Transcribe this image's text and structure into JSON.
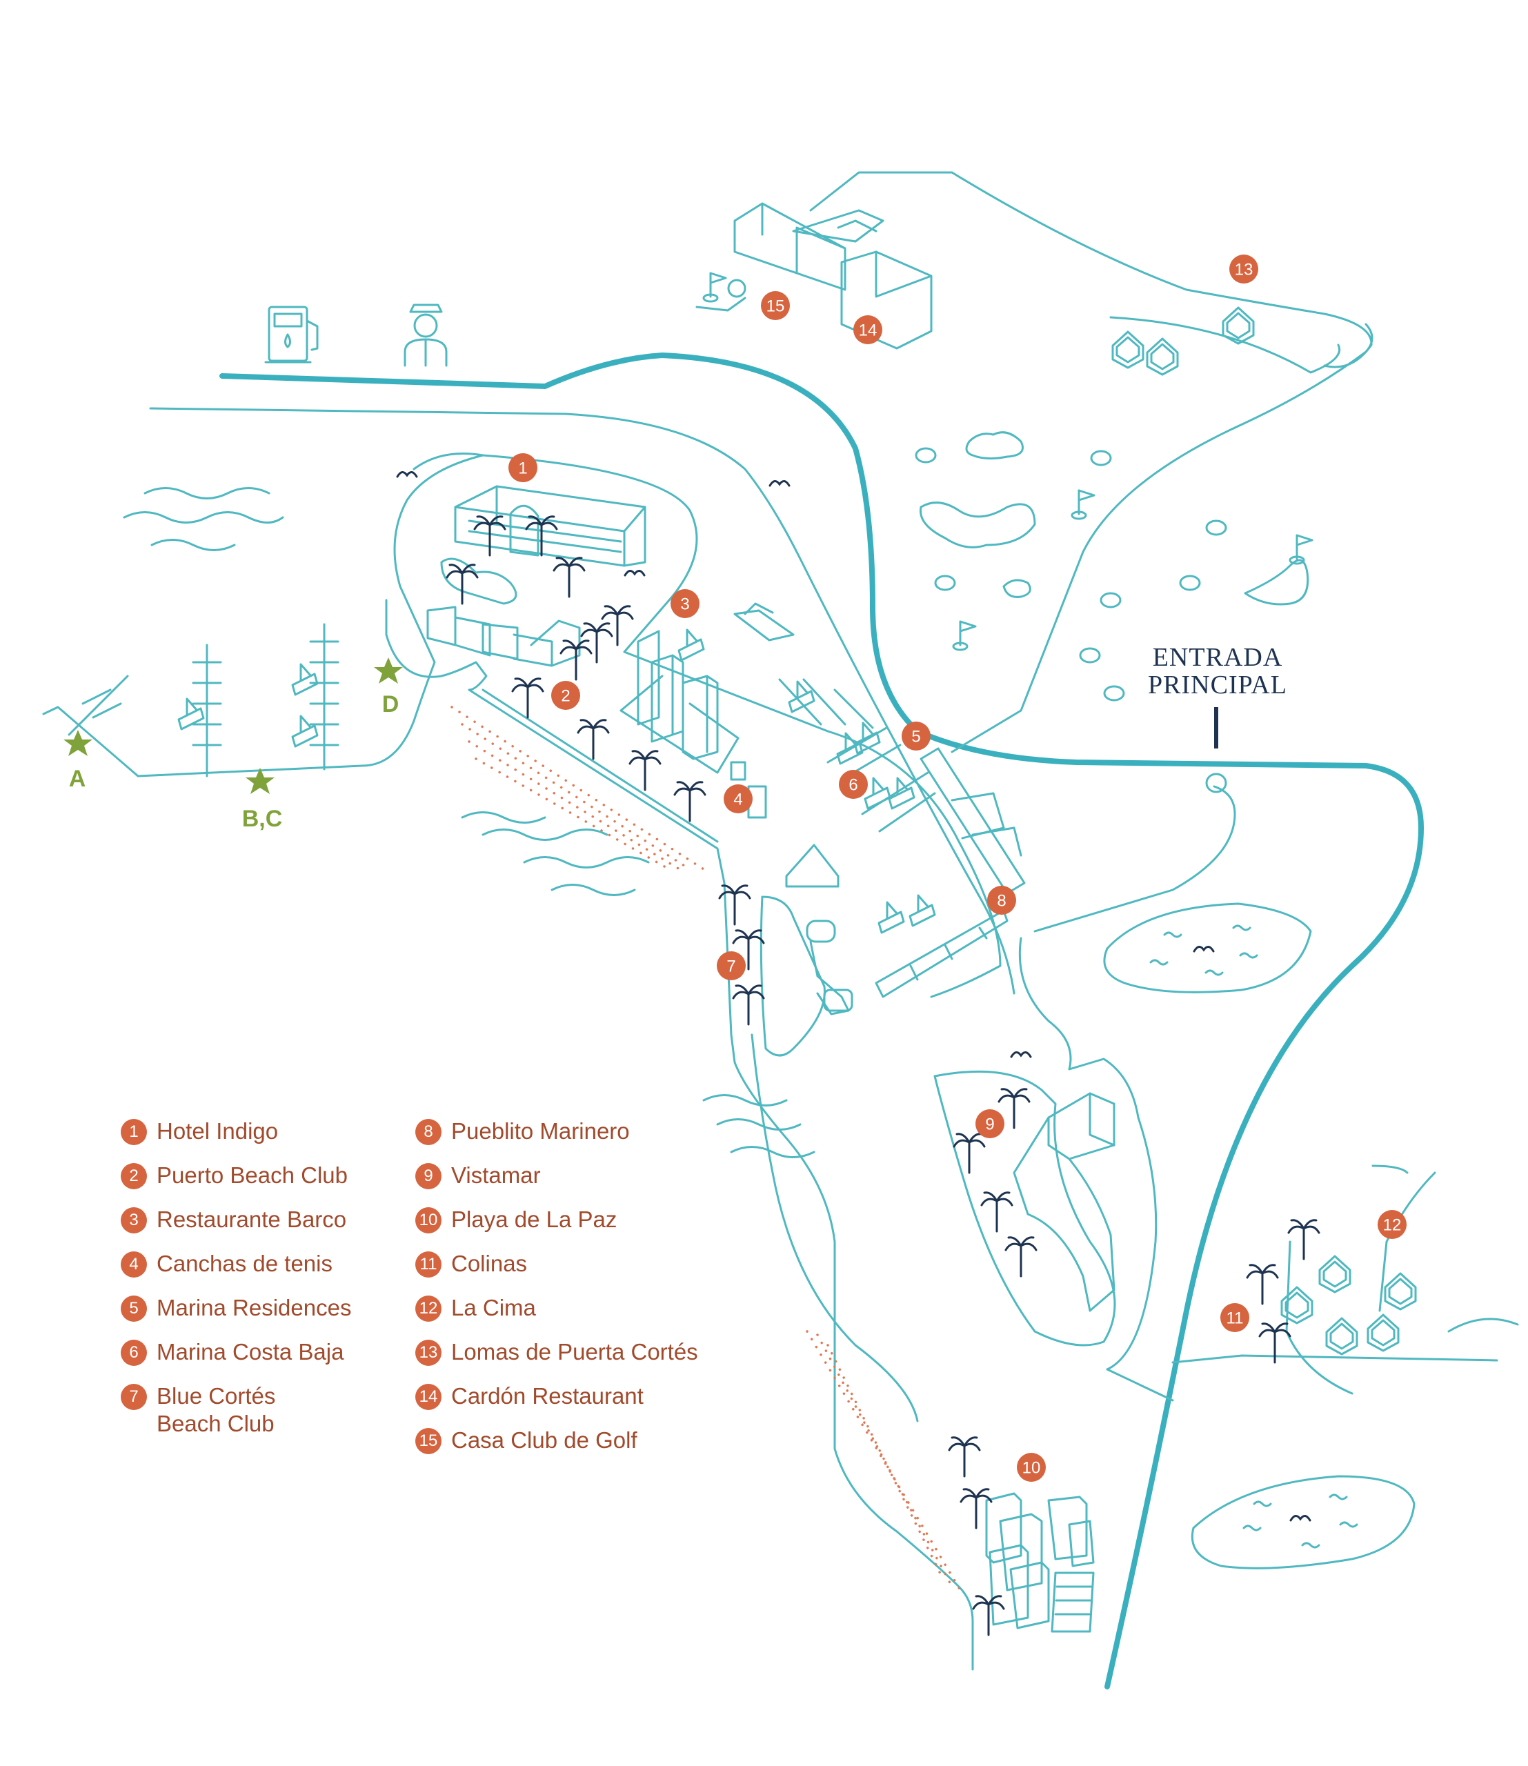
{
  "entrance": {
    "line1": "ENTRADA",
    "line2": "PRINCIPAL"
  },
  "star_markers": [
    {
      "id": "A",
      "label": "A"
    },
    {
      "id": "BC",
      "label": "B,C"
    },
    {
      "id": "D",
      "label": "D"
    }
  ],
  "map_badges": [
    "1",
    "2",
    "3",
    "4",
    "5",
    "6",
    "7",
    "8",
    "9",
    "10",
    "11",
    "12",
    "13",
    "14",
    "15"
  ],
  "legend": {
    "col1": [
      {
        "num": "1",
        "label": "Hotel Indigo"
      },
      {
        "num": "2",
        "label": "Puerto Beach Club"
      },
      {
        "num": "3",
        "label": "Restaurante Barco"
      },
      {
        "num": "4",
        "label": "Canchas de tenis"
      },
      {
        "num": "5",
        "label": "Marina Residences"
      },
      {
        "num": "6",
        "label": "Marina Costa Baja"
      },
      {
        "num": "7",
        "label": "Blue Cortés Beach Club"
      }
    ],
    "col2": [
      {
        "num": "8",
        "label": "Pueblito Marinero"
      },
      {
        "num": "9",
        "label": "Vistamar"
      },
      {
        "num": "10",
        "label": "Playa de La Paz"
      },
      {
        "num": "11",
        "label": "Colinas"
      },
      {
        "num": "12",
        "label": "La Cima"
      },
      {
        "num": "13",
        "label": "Lomas de Puerta Cortés"
      },
      {
        "num": "14",
        "label": "Cardón Restaurant"
      },
      {
        "num": "15",
        "label": "Casa Club de Golf"
      }
    ]
  },
  "icons": [
    "gas-station-icon",
    "security-guard-icon",
    "golf-flag-icon",
    "palm-tree-icon",
    "boat-icon",
    "bird-icon",
    "star-icon"
  ],
  "colors": {
    "line": "#4fb8c0",
    "road": "#3ab0bf",
    "badge": "#d5643f",
    "legend_text": "#a14a2c",
    "star": "#7fa23a",
    "navy": "#1d3350"
  }
}
